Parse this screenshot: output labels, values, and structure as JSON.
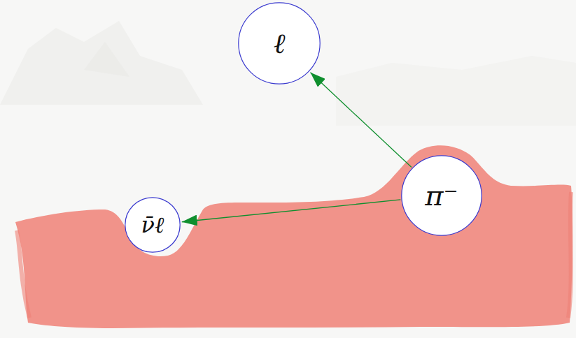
{
  "diagram": {
    "nodes": [
      {
        "text": [
          "ℓ"
        ]
      },
      {
        "text": [
          "π⁻"
        ]
      },
      {
        "text": [
          "ν̄ℓ"
        ]
      }
    ],
    "edges": [
      {
        "from": 1,
        "to": 0,
        "arrow": "to"
      },
      {
        "from": 1,
        "to": 2,
        "arrow": "to"
      }
    ]
  }
}
